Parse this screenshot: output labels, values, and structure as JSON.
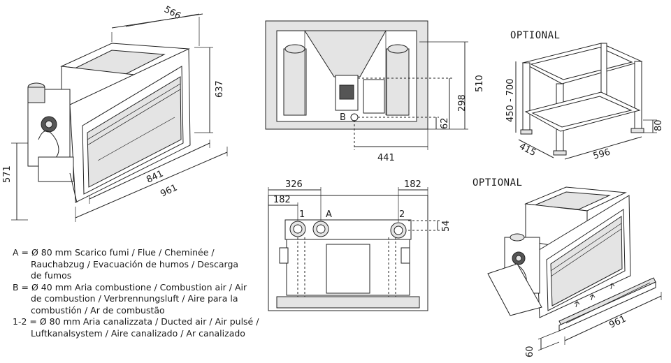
{
  "dimensions": {
    "front_iso": {
      "depth": "566",
      "height_front": "637",
      "height_left": "571",
      "width_inner": "841",
      "width_outer": "961"
    },
    "top_view": {
      "height": "510",
      "offset_b": "298",
      "offset_small": "62",
      "width_b": "441",
      "label_b": "B"
    },
    "rear_view": {
      "dim_326": "326",
      "dim_182_left": "182",
      "dim_182_right": "182",
      "dim_54": "54",
      "label_1": "1",
      "label_a": "A",
      "label_2": "2"
    },
    "stand": {
      "height_range": "450 - 700",
      "foot": "80",
      "depth": "415",
      "width": "596"
    },
    "rail": {
      "height": "60",
      "width": "961"
    }
  },
  "optional_labels": {
    "stand": "OPTIONAL",
    "rail": "OPTIONAL"
  },
  "legend": [
    {
      "key": "A = ",
      "lines": [
        "Ø 80 mm  Scarico fumi / Flue / Cheminée /",
        "Rauchabzug / Evacuación de humos / Descarga",
        "de fumos"
      ]
    },
    {
      "key": "B = ",
      "lines": [
        "Ø 40 mm  Aria combustione / Combustion air / Air",
        "de combustion / Verbrennungsluft  / Aire para la",
        "combustión / Ar de combustão"
      ]
    },
    {
      "key": "1-2 = ",
      "lines": [
        "Ø 80 mm  Aria canalizzata / Ducted air / Air pulsé /",
        "Luftkanalsystem / Aire canalizado / Ar canalizado"
      ]
    }
  ]
}
